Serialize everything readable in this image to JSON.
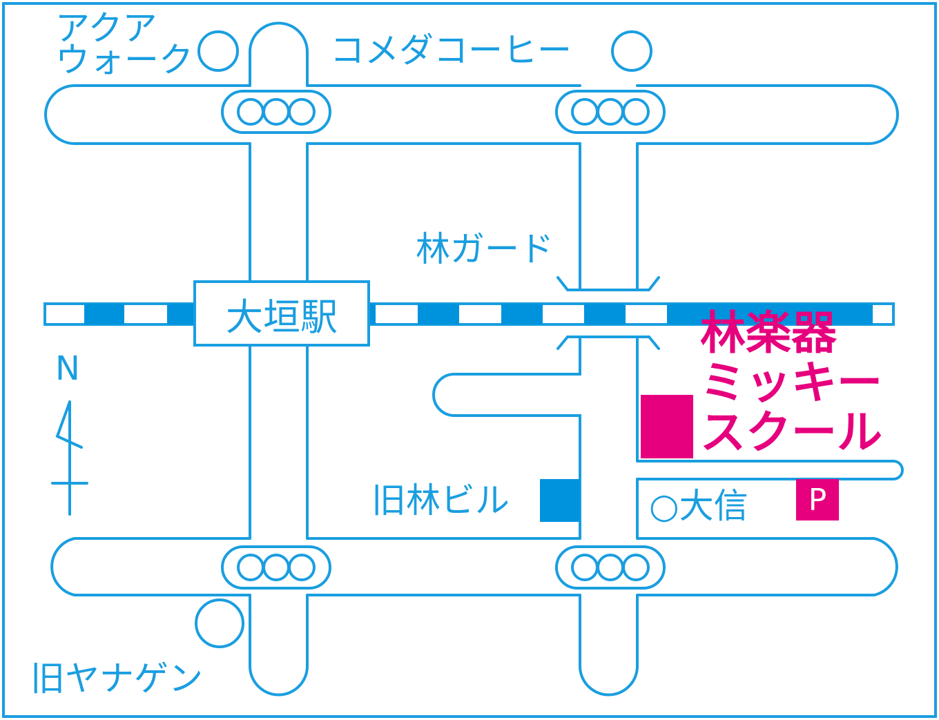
{
  "colors": {
    "road": "#1a9ee0",
    "highlight": "#e6007e",
    "fill": "#0093dd",
    "background": "#ffffff"
  },
  "landmarks": {
    "aqua_walk_line1": "アクア",
    "aqua_walk_line2": "ウォーク",
    "komeda": "コメダコーヒー",
    "hayashi_guard": "林ガード",
    "station": "大垣駅",
    "old_hayashi_bldg": "旧林ビル",
    "daishin": "○大信",
    "parking": "P",
    "old_yanagen": "旧ヤナゲン",
    "north": "N"
  },
  "destination": {
    "line1": "林楽器",
    "line2": "ミッキー",
    "line3": "スクール"
  },
  "icons": [
    "landmark-circle-icon",
    "traffic-light-icon",
    "north-arrow-icon",
    "railway-icon"
  ]
}
